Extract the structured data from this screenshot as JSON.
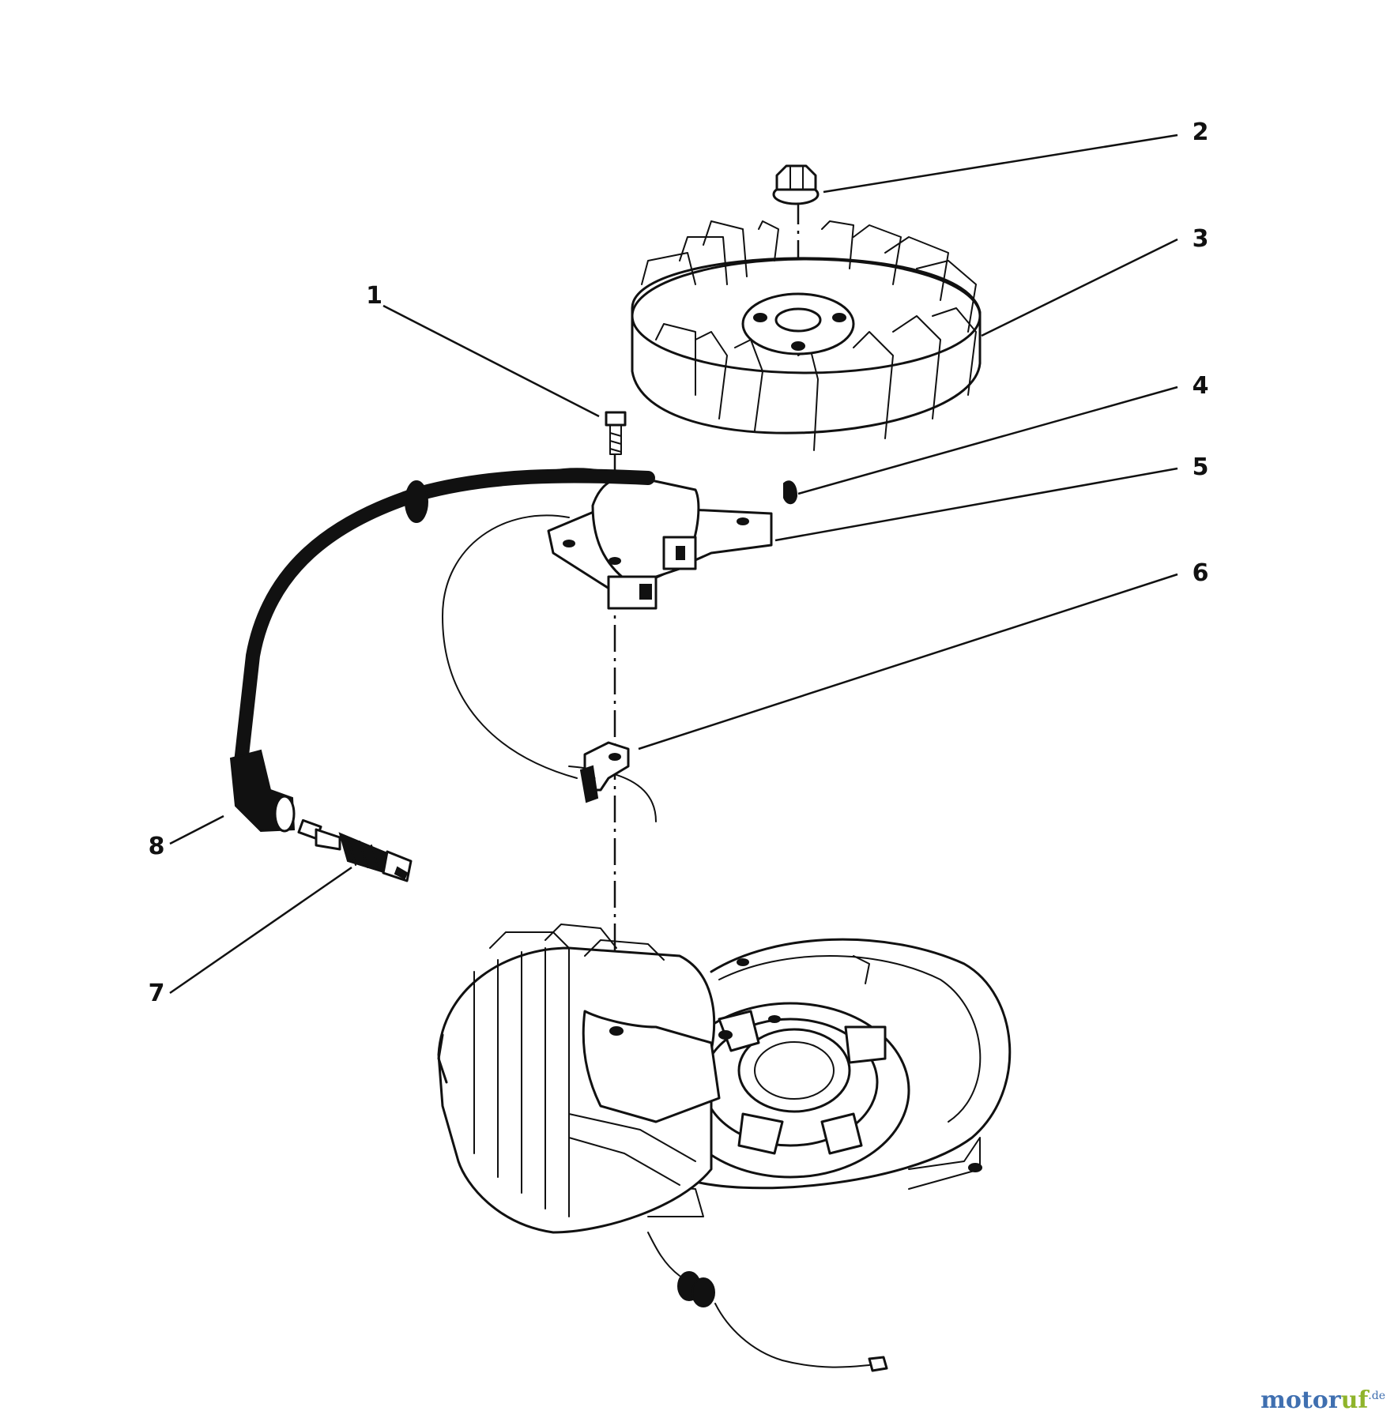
{
  "callouts": [
    {
      "id": "1",
      "label": "1"
    },
    {
      "id": "2",
      "label": "2"
    },
    {
      "id": "3",
      "label": "3"
    },
    {
      "id": "4",
      "label": "4"
    },
    {
      "id": "5",
      "label": "5"
    },
    {
      "id": "6",
      "label": "6"
    },
    {
      "id": "7",
      "label": "7"
    },
    {
      "id": "8",
      "label": "8"
    }
  ],
  "watermark": {
    "part1": "motor",
    "part2": "uf",
    "suffix": ".de"
  },
  "colors": {
    "ink": "#111111",
    "watermark_blue": "#3f6fb0",
    "watermark_green": "#8fb42b"
  }
}
